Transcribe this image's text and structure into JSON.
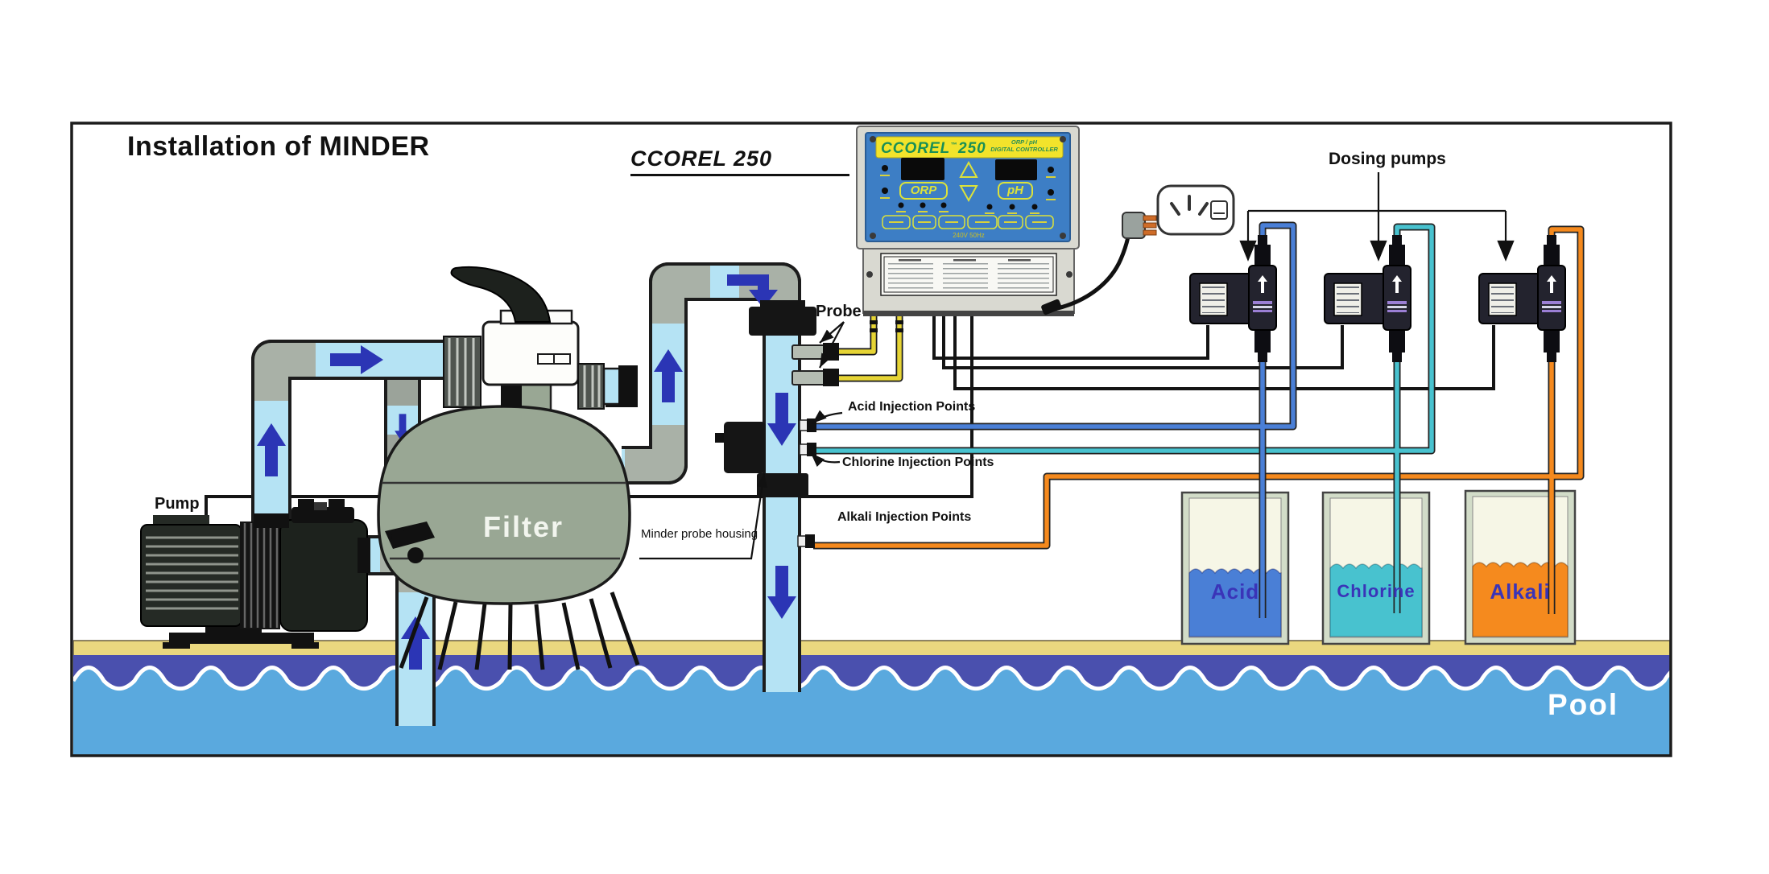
{
  "title": "Installation of MINDER",
  "device_label": {
    "text": "CCOREL 250"
  },
  "equipment": {
    "pump": "Pump",
    "filter": "Filter",
    "probe": "Probe",
    "minder_probe_housing": "Minder probe housing",
    "dosing_pumps": "Dosing pumps",
    "pool": "Pool"
  },
  "injection_points": {
    "acid": "Acid Injection Points",
    "chlorine": "Chlorine Injection Points",
    "alkali": "Alkali Injection Points"
  },
  "tanks": [
    {
      "name": "Acid",
      "liquid_color": "#4a7fd6"
    },
    {
      "name": "Chlorine",
      "liquid_color": "#48c2cf"
    },
    {
      "name": "Alkali",
      "liquid_color": "#f58a1e"
    }
  ],
  "controller": {
    "brand": "CCOREL",
    "trademark": "™",
    "model": "250",
    "type_line1": "ORP / pH",
    "type_line2": "DIGITAL CONTROLLER",
    "orp_label": "ORP",
    "ph_label": "pH",
    "rating": "240V 50Hz"
  },
  "colors": {
    "pipe_water": "#b5e3f4",
    "fitting_grey": "#a9b1a7",
    "flow_arrow": "#2b35b5",
    "deck": "#ead87f",
    "pool_deep": "#4a50ae",
    "pool_shallow": "#5aa9de",
    "acid_tube": "#4a7fd6",
    "chlorine_tube": "#48c2cf",
    "alkali_tube": "#f5891d",
    "probe_cable": "#e6d435",
    "controller_panel": "#3d7ec5",
    "controller_accent": "#f2e32b"
  }
}
